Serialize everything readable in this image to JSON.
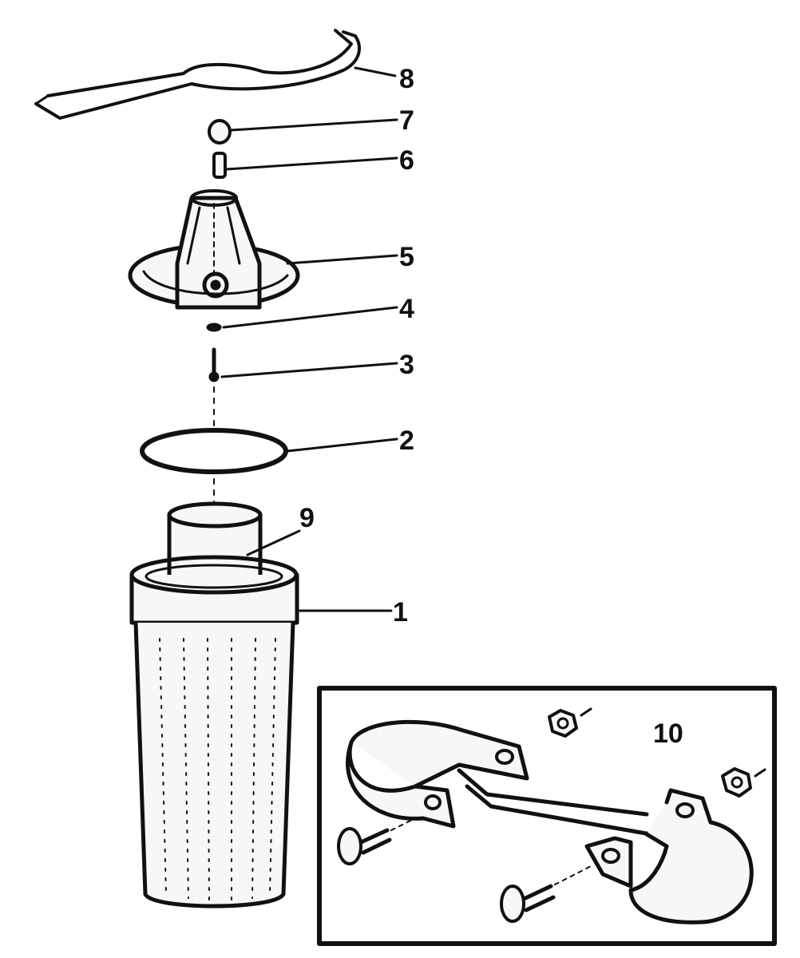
{
  "diagram": {
    "ink_color": "#111111",
    "background": "#ffffff",
    "callouts": [
      {
        "id": "8",
        "label": "8",
        "part": "wrench"
      },
      {
        "id": "7",
        "label": "7",
        "part": "cap"
      },
      {
        "id": "6",
        "label": "6",
        "part": "pin"
      },
      {
        "id": "5",
        "label": "5",
        "part": "filter-head"
      },
      {
        "id": "4",
        "label": "4",
        "part": "washer"
      },
      {
        "id": "3",
        "label": "3",
        "part": "screw"
      },
      {
        "id": "2",
        "label": "2",
        "part": "o-ring"
      },
      {
        "id": "9",
        "label": "9",
        "part": "filter-cartridge"
      },
      {
        "id": "1",
        "label": "1",
        "part": "housing-sump"
      },
      {
        "id": "10",
        "label": "10",
        "part": "mounting-bracket-kit"
      }
    ]
  }
}
